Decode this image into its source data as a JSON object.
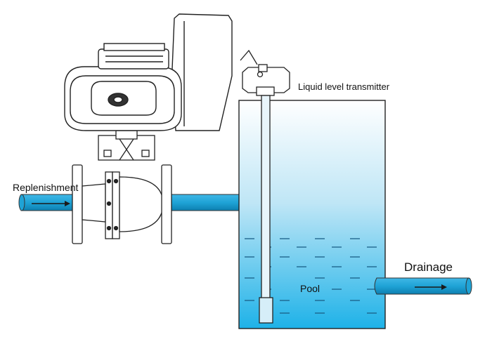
{
  "labels": {
    "replenishment": "Replenishment",
    "transmitter": "Liquid level transmitter",
    "drainage": "Drainage",
    "pool": "Pool"
  },
  "colors": {
    "pipe": "#1fa3d6",
    "pipe_dark": "#0d7fb0",
    "water_top": "#ffffff",
    "water_bottom": "#1eb2e8",
    "outline": "#333333"
  }
}
